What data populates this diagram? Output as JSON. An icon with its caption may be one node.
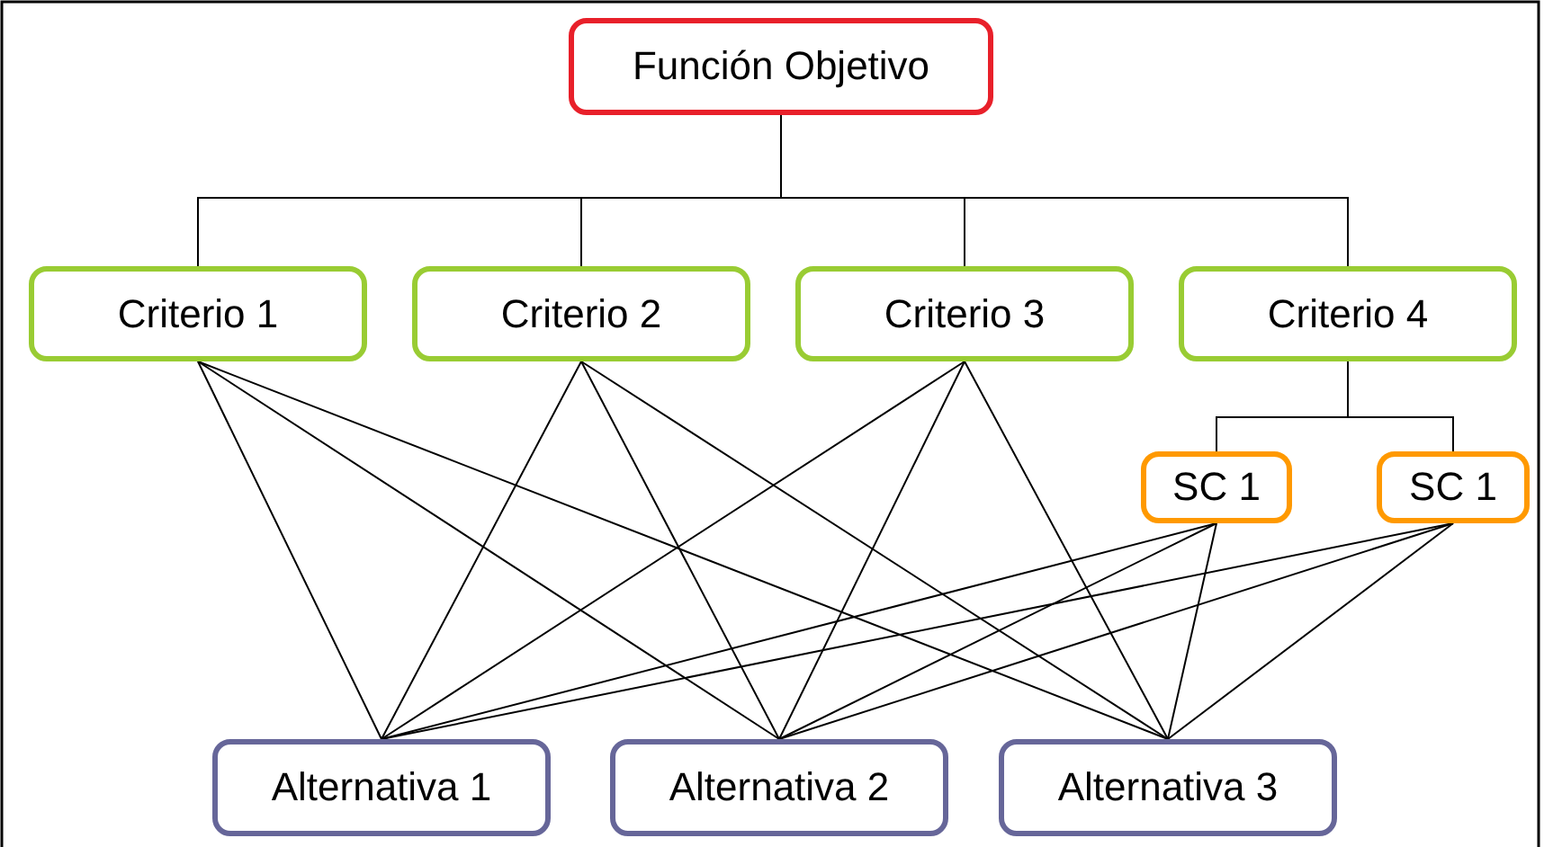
{
  "diagram": {
    "nodes": [
      {
        "text": [
          "Función Objetivo"
        ]
      },
      {
        "text": [
          "Criterio 1"
        ]
      },
      {
        "text": [
          "Criterio 2"
        ]
      },
      {
        "text": [
          "Criterio 3"
        ]
      },
      {
        "text": [
          "Criterio 4"
        ]
      },
      {
        "text": [
          "SC 1"
        ]
      },
      {
        "text": [
          "SC 1"
        ]
      },
      {
        "text": [
          "Alternativa 1"
        ]
      },
      {
        "text": [
          "Alternativa 2"
        ]
      },
      {
        "text": [
          "Alternativa 3"
        ]
      }
    ],
    "edges": [
      {
        "from": 0,
        "to": 1,
        "arrow": "none"
      },
      {
        "from": 0,
        "to": 2,
        "arrow": "none"
      },
      {
        "from": 0,
        "to": 3,
        "arrow": "none"
      },
      {
        "from": 0,
        "to": 4,
        "arrow": "none"
      },
      {
        "from": 4,
        "to": 5,
        "arrow": "none"
      },
      {
        "from": 4,
        "to": 6,
        "arrow": "none"
      },
      {
        "from": 1,
        "to": 7,
        "arrow": "none"
      },
      {
        "from": 1,
        "to": 8,
        "arrow": "none"
      },
      {
        "from": 1,
        "to": 9,
        "arrow": "none"
      },
      {
        "from": 2,
        "to": 7,
        "arrow": "none"
      },
      {
        "from": 2,
        "to": 8,
        "arrow": "none"
      },
      {
        "from": 2,
        "to": 9,
        "arrow": "none"
      },
      {
        "from": 3,
        "to": 7,
        "arrow": "none"
      },
      {
        "from": 3,
        "to": 8,
        "arrow": "none"
      },
      {
        "from": 3,
        "to": 9,
        "arrow": "none"
      },
      {
        "from": 5,
        "to": 7,
        "arrow": "none"
      },
      {
        "from": 5,
        "to": 8,
        "arrow": "none"
      },
      {
        "from": 5,
        "to": 9,
        "arrow": "none"
      },
      {
        "from": 6,
        "to": 7,
        "arrow": "none"
      },
      {
        "from": 6,
        "to": 8,
        "arrow": "none"
      },
      {
        "from": 6,
        "to": 9,
        "arrow": "none"
      }
    ]
  }
}
